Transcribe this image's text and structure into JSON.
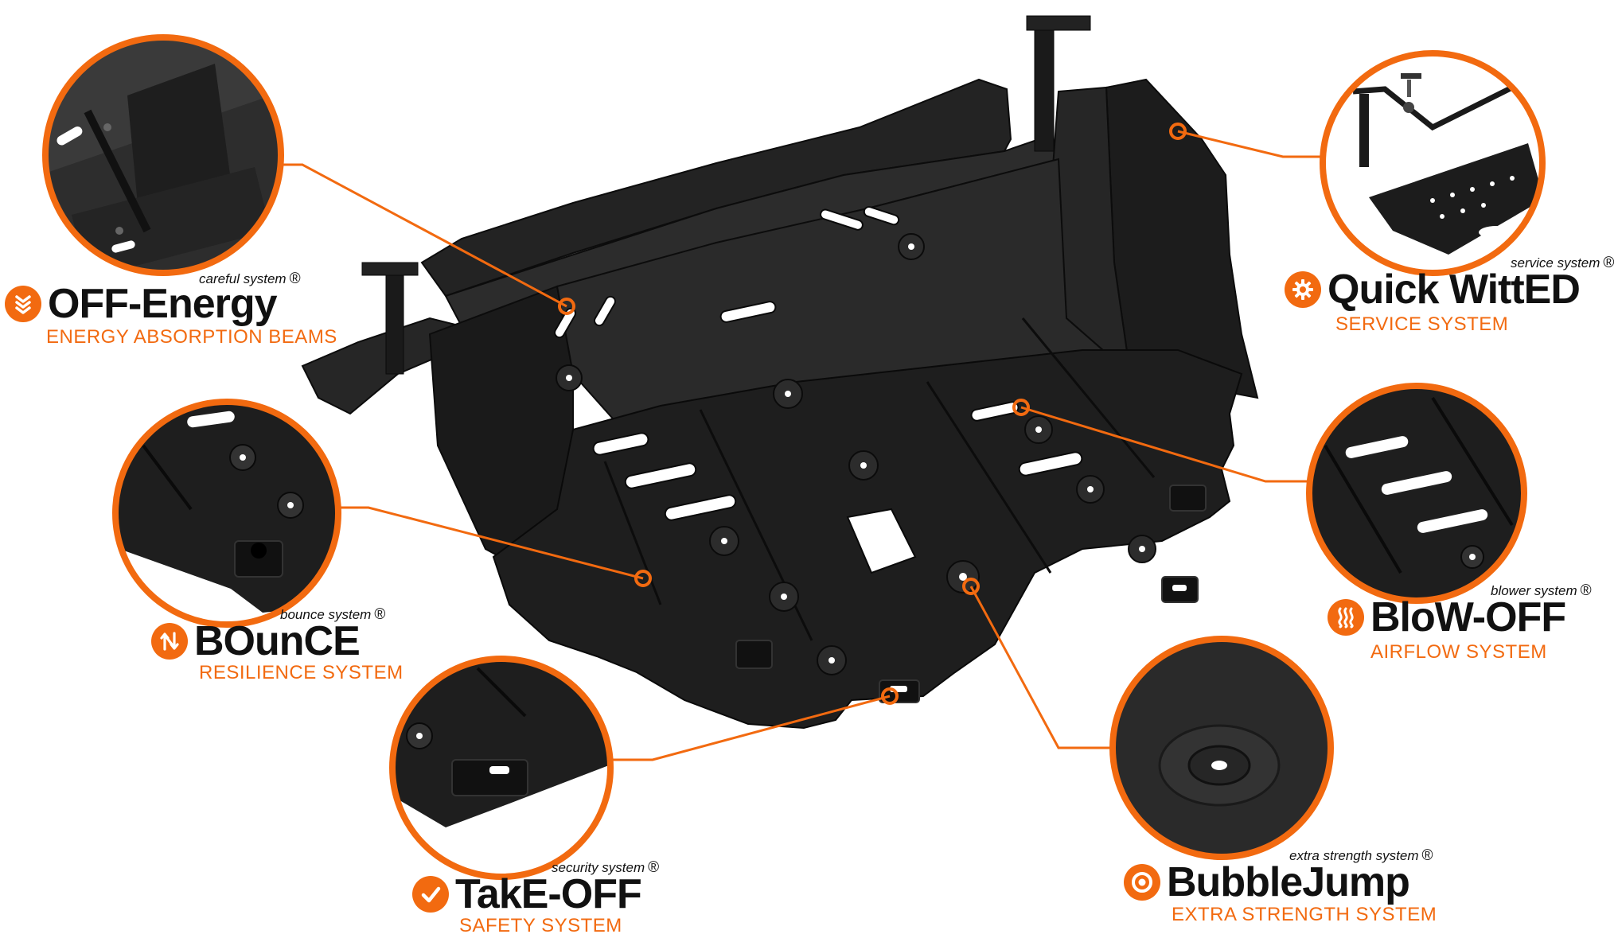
{
  "colors": {
    "accent": "#f26a10",
    "plate": "#1b1b1b",
    "text": "#111111"
  },
  "features": [
    {
      "id": "off-energy",
      "tagline": "careful system",
      "title": "OFF-Energy",
      "subtitle": "ENERGY ABSORPTION BEAMS",
      "icon": "chevrons-down-icon"
    },
    {
      "id": "bounce",
      "tagline": "bounce system",
      "title": "BOunCE",
      "subtitle": "RESILIENCE SYSTEM",
      "icon": "bounce-arrows-icon"
    },
    {
      "id": "take-off",
      "tagline": "security system",
      "title": "TakE-OFF",
      "subtitle": "SAFETY SYSTEM",
      "icon": "checkmark-icon"
    },
    {
      "id": "quick-witted",
      "tagline": "service system",
      "title": "Quick WittED",
      "subtitle": "SERVICE SYSTEM",
      "icon": "gear-icon"
    },
    {
      "id": "blow-off",
      "tagline": "blower system",
      "title": "BloW-OFF",
      "subtitle": "AIRFLOW SYSTEM",
      "icon": "heat-waves-icon"
    },
    {
      "id": "bubblejump",
      "tagline": "extra strength system",
      "title": "BubbleJump",
      "subtitle": "EXTRA STRENGTH SYSTEM",
      "icon": "target-icon"
    }
  ],
  "registered_mark": "®"
}
